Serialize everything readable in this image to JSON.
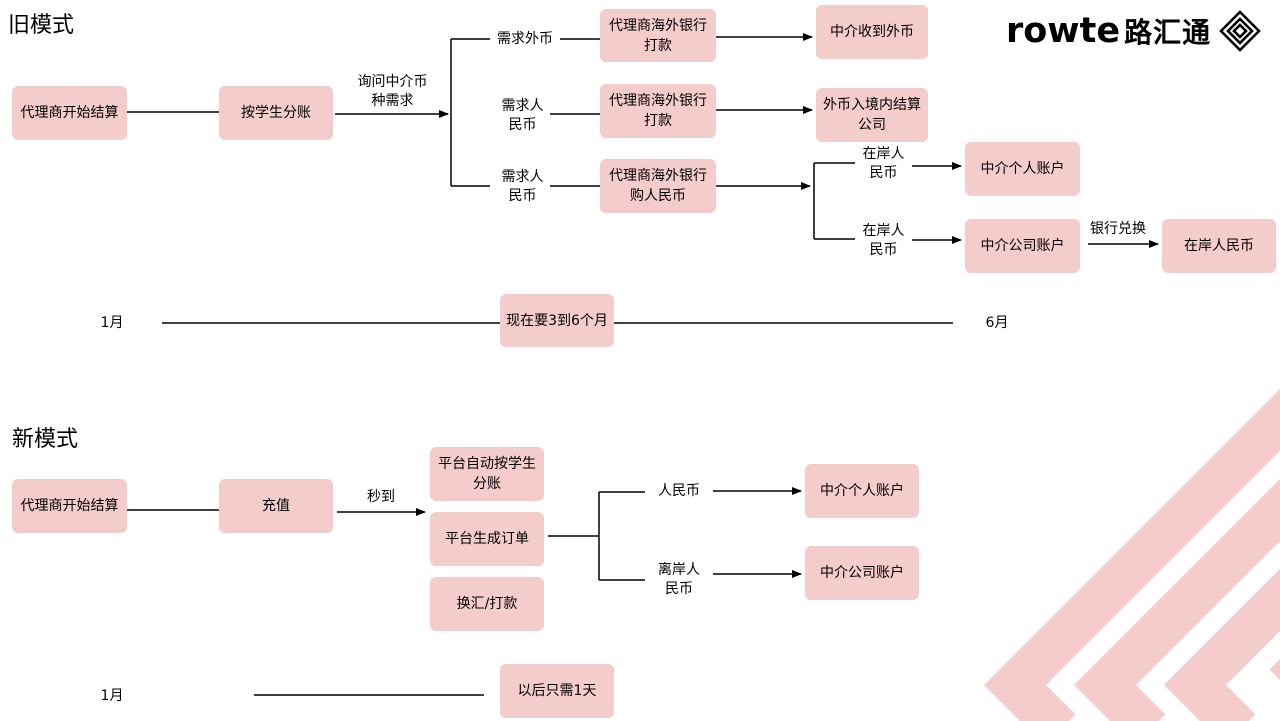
{
  "old_mode": {
    "title": "旧模式",
    "start": "代理商开始结算",
    "split": "按学生分账",
    "ask": "询问中介币\n种需求",
    "branch_foreign": "需求外币",
    "branch_rmb1": "需求人\n民币",
    "branch_rmb2": "需求人\n民币",
    "bank_pay1": "代理商海外银行\n打款",
    "bank_pay2": "代理商海外银行\n打款",
    "bank_buy": "代理商海外银行\n购人民币",
    "recv_foreign": "中介收到外币",
    "settle_company": "外币入境内结算\n公司",
    "onshore1": "在岸人\n民币",
    "onshore2": "在岸人\n民币",
    "personal_acct": "中介个人账户",
    "company_acct": "中介公司账户",
    "bank_exchange": "银行兑换",
    "onshore_rmb": "在岸人民币",
    "timeline_start": "1月",
    "timeline_label": "现在要3到6个月",
    "timeline_end": "6月"
  },
  "new_mode": {
    "title": "新模式",
    "start": "代理商开始结算",
    "recharge": "充值",
    "instant": "秒到",
    "auto_split": "平台自动按学生\n分账",
    "gen_order": "平台生成订单",
    "exchange_pay": "换汇/打款",
    "rmb": "人民币",
    "offshore": "离岸人\n民币",
    "personal_acct": "中介个人账户",
    "company_acct": "中介公司账户",
    "timeline_start": "1月",
    "timeline_label": "以后只需1天"
  },
  "logo": {
    "word": "rowte",
    "cn": "路汇通"
  },
  "colors": {
    "box": "#f4cccc",
    "watermark": "#f4cccc"
  }
}
